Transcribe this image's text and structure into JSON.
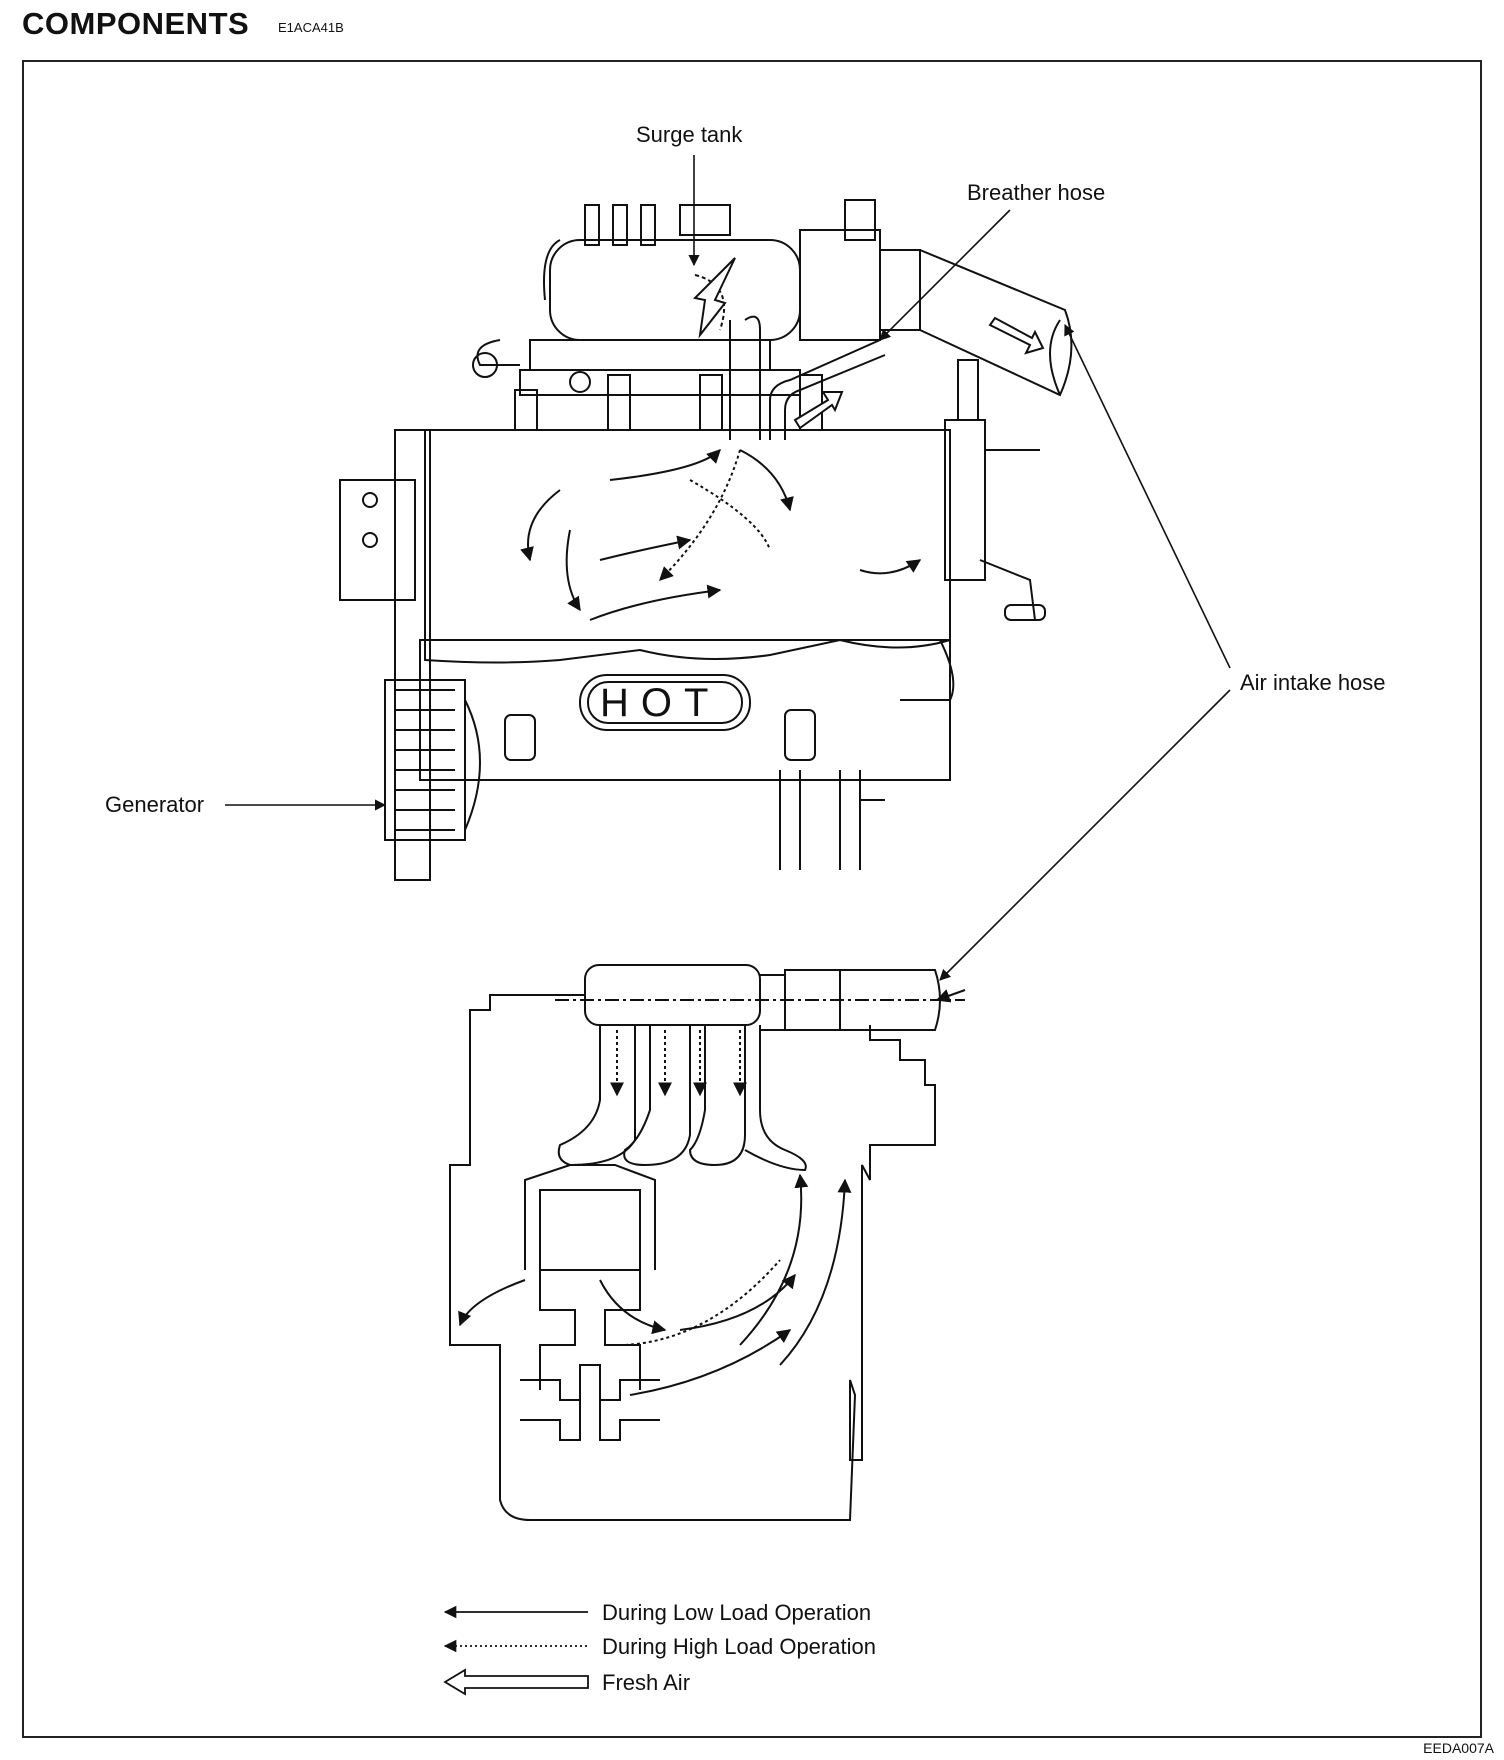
{
  "header": {
    "title": "COMPONENTS",
    "code": "E1ACA41B"
  },
  "labels": {
    "surge_tank": "Surge tank",
    "breather_hose": "Breather hose",
    "air_intake_hose": "Air intake hose",
    "generator": "Generator",
    "hot_plate": "HOT"
  },
  "legend": {
    "low_load": "During Low Load Operation",
    "high_load": "During High Load Operation",
    "fresh_air": "Fresh Air"
  },
  "figure_code": "EEDA007A"
}
